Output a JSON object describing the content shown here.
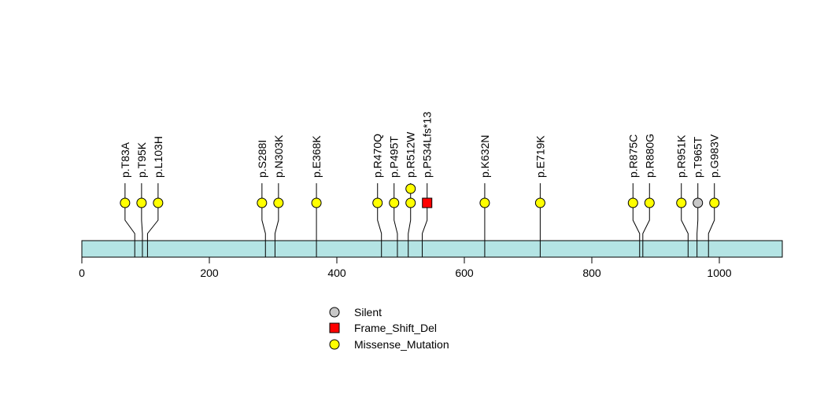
{
  "chart_data": {
    "type": "lollipop",
    "title": "",
    "xlim": [
      0,
      1100
    ],
    "x_ticks": [
      0,
      200,
      400,
      600,
      800,
      1000
    ],
    "protein_length": 1100,
    "colors": {
      "Silent": "#c8c8c8",
      "Frame_Shift_Del": "#ff0000",
      "Missense_Mutation": "#ffff00",
      "domain_bar": "#b4e4e4"
    },
    "mutations": [
      {
        "label": "p.T83A",
        "position": 83,
        "type": "Missense_Mutation",
        "count": 1
      },
      {
        "label": "p.T95K",
        "position": 95,
        "type": "Missense_Mutation",
        "count": 1
      },
      {
        "label": "p.L103H",
        "position": 103,
        "type": "Missense_Mutation",
        "count": 1
      },
      {
        "label": "p.S288I",
        "position": 288,
        "type": "Missense_Mutation",
        "count": 1
      },
      {
        "label": "p.N303K",
        "position": 303,
        "type": "Missense_Mutation",
        "count": 1
      },
      {
        "label": "p.E368K",
        "position": 368,
        "type": "Missense_Mutation",
        "count": 1
      },
      {
        "label": "p.R470Q",
        "position": 470,
        "type": "Missense_Mutation",
        "count": 1
      },
      {
        "label": "p.P495T",
        "position": 495,
        "type": "Missense_Mutation",
        "count": 1
      },
      {
        "label": "p.R512W",
        "position": 512,
        "type": "Missense_Mutation",
        "count": 2
      },
      {
        "label": "p.P534Lfs*13",
        "position": 534,
        "type": "Frame_Shift_Del",
        "count": 1
      },
      {
        "label": "p.K632N",
        "position": 632,
        "type": "Missense_Mutation",
        "count": 1
      },
      {
        "label": "p.E719K",
        "position": 719,
        "type": "Missense_Mutation",
        "count": 1
      },
      {
        "label": "p.R875C",
        "position": 875,
        "type": "Missense_Mutation",
        "count": 1
      },
      {
        "label": "p.R880G",
        "position": 880,
        "type": "Missense_Mutation",
        "count": 1
      },
      {
        "label": "p.R951K",
        "position": 951,
        "type": "Missense_Mutation",
        "count": 1
      },
      {
        "label": "p.T965T",
        "position": 965,
        "type": "Silent",
        "count": 1
      },
      {
        "label": "p.G983V",
        "position": 983,
        "type": "Missense_Mutation",
        "count": 1
      }
    ],
    "legend": {
      "placement": "bottom-center",
      "entries": [
        {
          "label": "Silent",
          "shape": "circle"
        },
        {
          "label": "Frame_Shift_Del",
          "shape": "square"
        },
        {
          "label": "Missense_Mutation",
          "shape": "circle"
        }
      ]
    }
  }
}
